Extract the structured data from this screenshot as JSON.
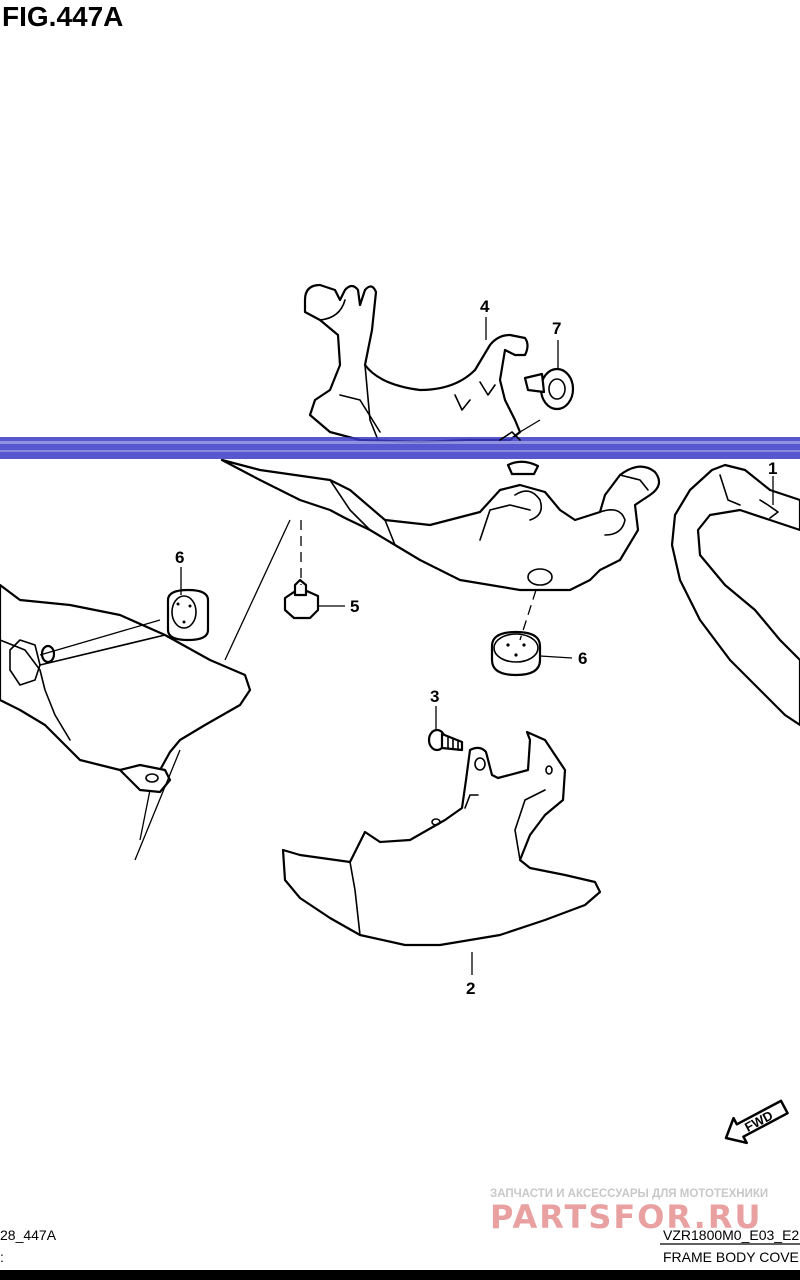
{
  "figure_title": "FIG.447A",
  "callouts": {
    "c1": "1",
    "c2": "2",
    "c3": "3",
    "c4": "4",
    "c5": "5",
    "c6a": "6",
    "c6b": "6",
    "c7": "7"
  },
  "fwd_label": "FWD",
  "watermark": {
    "tagline": "ЗАПЧАСТИ И АКСЕССУАРЫ ДЛЯ МОТОТЕХНИКИ",
    "brand": "PARTSFOR.RU"
  },
  "footer": {
    "left_code": "28_447A",
    "left_sub": ":",
    "model_code": "VZR1800M0_E03_E2",
    "section_name": "FRAME BODY COVER"
  },
  "colors": {
    "scan_line": "#3a3ac8",
    "watermark_red": "#e8a0a0",
    "watermark_grey": "#c8c8c8"
  }
}
